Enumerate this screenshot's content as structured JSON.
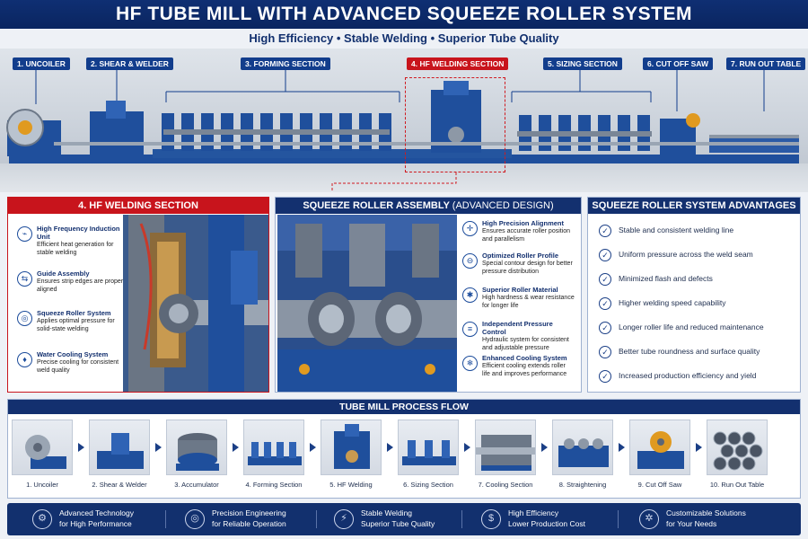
{
  "header": {
    "title": "HF TUBE MILL WITH ADVANCED SQUEEZE ROLLER SYSTEM",
    "subtitle": "High Efficiency • Stable Welding • Superior Tube Quality"
  },
  "stages": [
    {
      "label": "1. UNCOILER"
    },
    {
      "label": "2. SHEAR & WELDER"
    },
    {
      "label": "3. FORMING SECTION"
    },
    {
      "label": "4. HF WELDING SECTION",
      "highlight": true
    },
    {
      "label": "5. SIZING SECTION"
    },
    {
      "label": "6. CUT OFF SAW"
    },
    {
      "label": "7. RUN OUT TABLE"
    }
  ],
  "welding_panel": {
    "title": "4. HF WELDING SECTION",
    "features": [
      {
        "icon": "induction-icon",
        "title": "High Frequency Induction Unit",
        "desc": "Efficient heat generation for stable welding"
      },
      {
        "icon": "guide-icon",
        "title": "Guide Assembly",
        "desc": "Ensures strip edges are properly aligned"
      },
      {
        "icon": "roller-icon",
        "title": "Squeeze Roller System",
        "desc": "Applies optimal pressure for solid-state welding"
      },
      {
        "icon": "water-drop-icon",
        "title": "Water Cooling System",
        "desc": "Precise cooling for consistent weld quality"
      }
    ]
  },
  "assembly_panel": {
    "title": "SQUEEZE ROLLER ASSEMBLY",
    "title_suffix": "(ADVANCED DESIGN)",
    "features": [
      {
        "icon": "crosshair-icon",
        "title": "High Precision Alignment",
        "desc": "Ensures accurate roller position and parallelism"
      },
      {
        "icon": "profile-icon",
        "title": "Optimized Roller Profile",
        "desc": "Special contour design for better pressure distribution"
      },
      {
        "icon": "material-icon",
        "title": "Superior Roller Material",
        "desc": "High hardness & wear resistance for longer life"
      },
      {
        "icon": "hydraulic-icon",
        "title": "Independent Pressure Control",
        "desc": "Hydraulic system for consistent and adjustable pressure"
      },
      {
        "icon": "cooling-icon",
        "title": "Enhanced Cooling System",
        "desc": "Efficient cooling extends roller life and improves performance"
      }
    ]
  },
  "advantages_panel": {
    "title": "SQUEEZE ROLLER SYSTEM ADVANTAGES",
    "items": [
      "Stable and consistent welding line",
      "Uniform pressure across the weld seam",
      "Minimized flash and defects",
      "Higher welding speed capability",
      "Longer roller life and reduced maintenance",
      "Better tube roundness and surface quality",
      "Increased production efficiency and yield"
    ]
  },
  "process_flow": {
    "title": "TUBE MILL PROCESS FLOW",
    "steps": [
      "1. Uncoiler",
      "2. Shear & Welder",
      "3. Accumulator",
      "4. Forming Section",
      "5. HF Welding",
      "6. Sizing Section",
      "7. Cooling Section",
      "8. Straightening",
      "9. Cut Off Saw",
      "10. Run Out Table"
    ]
  },
  "footer": [
    {
      "icon": "gear-icon",
      "line1": "Advanced Technology",
      "line2": "for High Performance"
    },
    {
      "icon": "precision-icon",
      "line1": "Precision Engineering",
      "line2": "for Reliable Operation"
    },
    {
      "icon": "weld-icon",
      "line1": "Stable Welding",
      "line2": "Superior Tube Quality"
    },
    {
      "icon": "hand-coin-icon",
      "line1": "High Efficiency",
      "line2": "Lower Production Cost"
    },
    {
      "icon": "settings-icon",
      "line1": "Customizable Solutions",
      "line2": "for Your Needs"
    }
  ],
  "colors": {
    "navy": "#13306f",
    "red": "#c8141c",
    "machine_blue": "#1f4f9c"
  }
}
